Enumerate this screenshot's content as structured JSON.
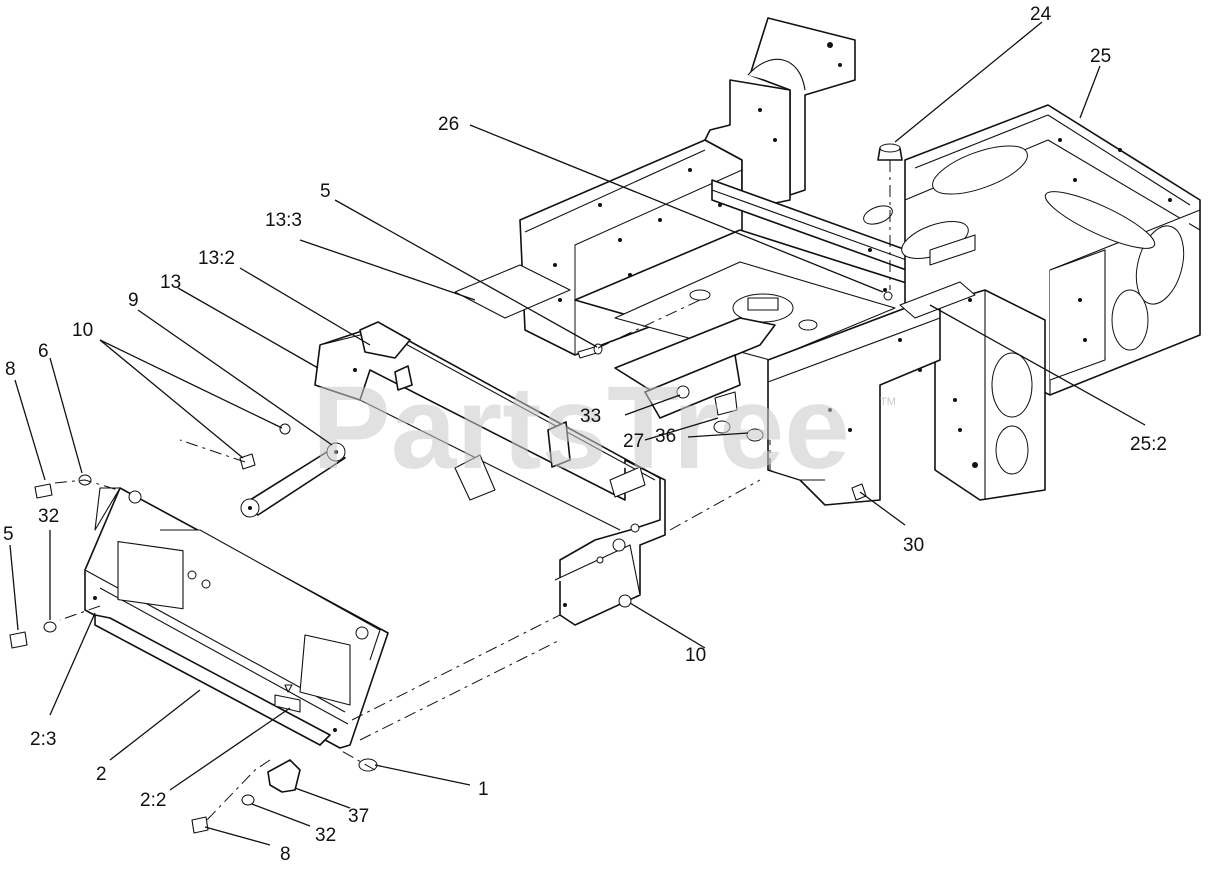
{
  "watermark": {
    "text": "PartsTree",
    "mark": "TM"
  },
  "callouts": [
    {
      "id": "c24",
      "label": "24"
    },
    {
      "id": "c25",
      "label": "25"
    },
    {
      "id": "c26",
      "label": "26"
    },
    {
      "id": "c5a",
      "label": "5"
    },
    {
      "id": "c13_3",
      "label": "13:3"
    },
    {
      "id": "c13_2",
      "label": "13:2"
    },
    {
      "id": "c13",
      "label": "13"
    },
    {
      "id": "c9",
      "label": "9"
    },
    {
      "id": "c10a",
      "label": "10"
    },
    {
      "id": "c8a",
      "label": "8"
    },
    {
      "id": "c6",
      "label": "6"
    },
    {
      "id": "c32a",
      "label": "32"
    },
    {
      "id": "c5b",
      "label": "5"
    },
    {
      "id": "c33",
      "label": "33"
    },
    {
      "id": "c27",
      "label": "27"
    },
    {
      "id": "c36",
      "label": "36"
    },
    {
      "id": "c25_2",
      "label": "25:2"
    },
    {
      "id": "c30",
      "label": "30"
    },
    {
      "id": "c10b",
      "label": "10"
    },
    {
      "id": "c2_3",
      "label": "2:3"
    },
    {
      "id": "c2",
      "label": "2"
    },
    {
      "id": "c2_2",
      "label": "2:2"
    },
    {
      "id": "c1",
      "label": "1"
    },
    {
      "id": "c37",
      "label": "37"
    },
    {
      "id": "c32b",
      "label": "32"
    },
    {
      "id": "c8b",
      "label": "8"
    }
  ]
}
